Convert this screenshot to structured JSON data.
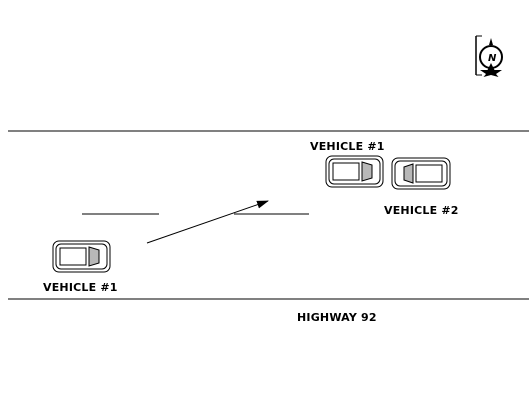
{
  "diagram": {
    "road_name": "HIGHWAY 92",
    "labels": {
      "vehicle1_before": "VEHICLE #1",
      "vehicle1_after": "VEHICLE #1",
      "vehicle2": "VEHICLE #2"
    },
    "compass": {
      "icon": "north-arrow-compass-icon",
      "letter": "N"
    },
    "colors": {
      "line": "#000000",
      "car_shade": "#b8b8b8",
      "background": "#ffffff"
    }
  }
}
